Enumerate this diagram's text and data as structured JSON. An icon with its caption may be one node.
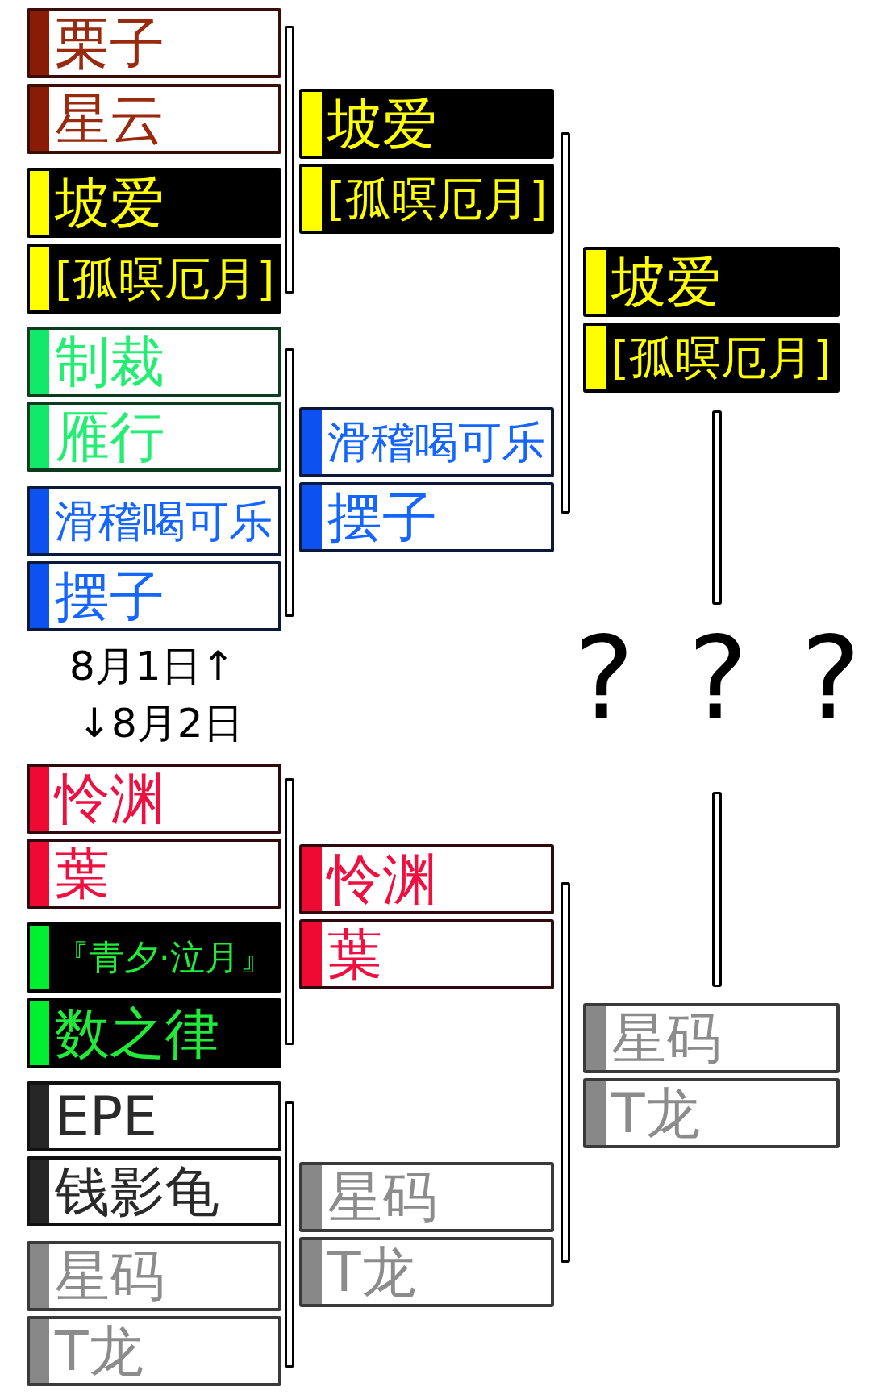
{
  "diagram": {
    "nodes": [
      {
        "text": [
          "栗子"
        ]
      },
      {
        "text": [
          "星云"
        ]
      },
      {
        "text": [
          "坡爱"
        ]
      },
      {
        "text": [
          "[孤暝厄月]"
        ]
      },
      {
        "text": [
          "制裁"
        ]
      },
      {
        "text": [
          "雁行"
        ]
      },
      {
        "text": [
          "滑稽喝可乐"
        ]
      },
      {
        "text": [
          "摆子"
        ]
      },
      {
        "text": [
          "坡爱"
        ]
      },
      {
        "text": [
          "[孤暝厄月]"
        ]
      },
      {
        "text": [
          "滑稽喝可乐"
        ]
      },
      {
        "text": [
          "摆子"
        ]
      },
      {
        "text": [
          "坡爱"
        ]
      },
      {
        "text": [
          "[孤暝厄月]"
        ]
      },
      {
        "text": [
          "怜渊"
        ]
      },
      {
        "text": [
          "葉"
        ]
      },
      {
        "text": [
          "『青夕·泣月』"
        ]
      },
      {
        "text": [
          "数之律"
        ]
      },
      {
        "text": [
          "EPE"
        ]
      },
      {
        "text": [
          "钱影龟"
        ]
      },
      {
        "text": [
          "星码"
        ]
      },
      {
        "text": [
          "T龙"
        ]
      },
      {
        "text": [
          "怜渊"
        ]
      },
      {
        "text": [
          "葉"
        ]
      },
      {
        "text": [
          "星码"
        ]
      },
      {
        "text": [
          "T龙"
        ]
      },
      {
        "text": [
          "星码"
        ]
      },
      {
        "text": [
          "T龙"
        ]
      }
    ],
    "labels": [
      "8月1日↑",
      "↓8月2日",
      "?",
      "?",
      "?"
    ]
  }
}
